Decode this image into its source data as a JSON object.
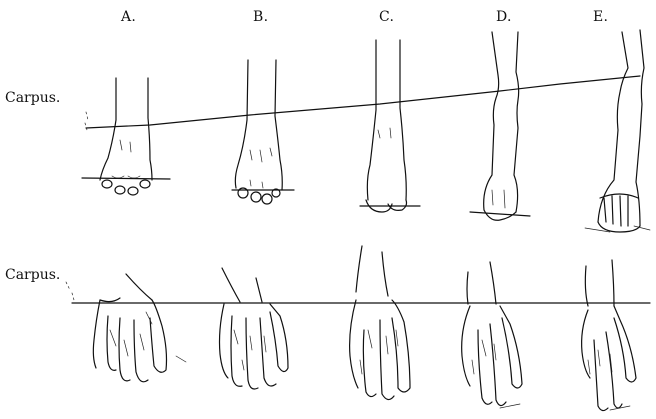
{
  "columns": [
    {
      "letter": "A."
    },
    {
      "letter": "B."
    },
    {
      "letter": "C."
    },
    {
      "letter": "D."
    },
    {
      "letter": "E."
    }
  ],
  "rows": [
    {
      "label": "Carpus."
    },
    {
      "label": "Carpus."
    }
  ]
}
